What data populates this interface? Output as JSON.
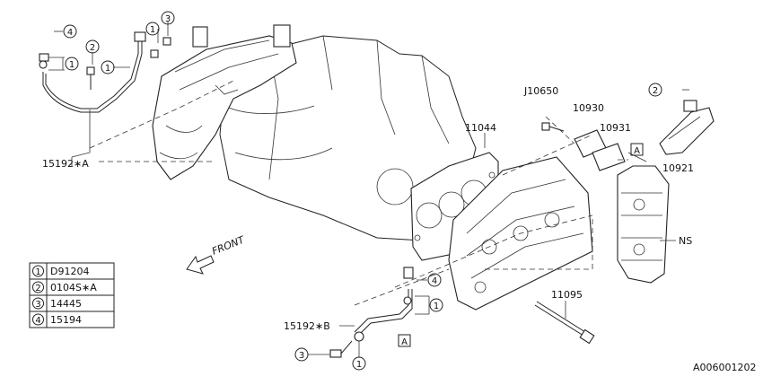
{
  "part_labels": {
    "j10650": "J10650",
    "p10930": "10930",
    "p10931": "10931",
    "p10921": "10921",
    "p11044": "11044",
    "ns": "NS",
    "p11095": "11095",
    "p15192a": "15192∗A",
    "p15192b": "15192∗B",
    "figure_code": "A006001202",
    "arrow_front": "FRONT"
  },
  "callouts": {
    "n1": "1",
    "n2": "2",
    "n3": "3",
    "n4": "4"
  },
  "view_marker": "A",
  "legend": [
    {
      "num": "1",
      "part": "D91204"
    },
    {
      "num": "2",
      "part": "0104S∗A"
    },
    {
      "num": "3",
      "part": "14445"
    },
    {
      "num": "4",
      "part": "15194"
    }
  ]
}
